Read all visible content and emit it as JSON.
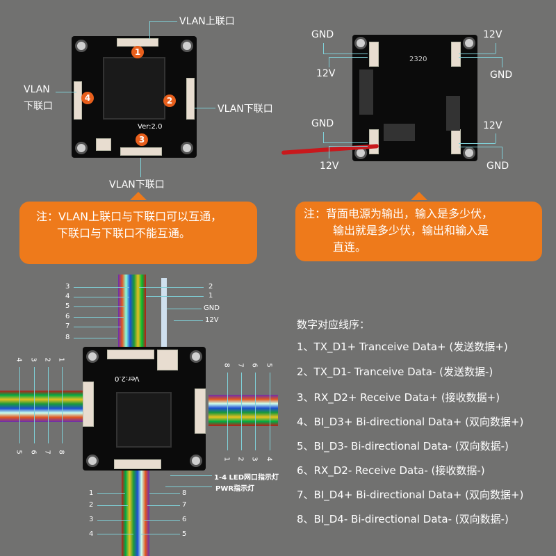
{
  "top_left": {
    "label_up": "VLAN上联口",
    "label_left_1": "VLAN",
    "label_left_2": "下联口",
    "label_right": "VLAN下联口",
    "label_bottom": "VLAN下联口",
    "version": "Ver:2.0",
    "badges": [
      "1",
      "2",
      "3",
      "4"
    ]
  },
  "top_right": {
    "board_code": "2320",
    "labels": {
      "tl_gnd": "GND",
      "tl_12v": "12V",
      "tr_12v": "12V",
      "tr_gnd": "GND",
      "bl_gnd": "GND",
      "bl_12v": "12V",
      "br_12v": "12V",
      "br_gnd": "GND"
    }
  },
  "note_left": {
    "line1": "注：VLAN上联口与下联口可以互通，",
    "line2": "下联口与下联口不能互通。"
  },
  "note_right": {
    "line1": "注：背面电源为输出，输入是多少伏，",
    "line2": "输出就是多少伏，输出和输入是",
    "line3": "直连。"
  },
  "wiring": {
    "top_left_nums": [
      "3",
      "4",
      "5",
      "6",
      "7",
      "8"
    ],
    "top_right_nums": [
      "2",
      "1"
    ],
    "power": [
      "GND",
      "12V"
    ],
    "left_top": [
      "4",
      "3",
      "2",
      "1"
    ],
    "left_bottom": [
      "5",
      "6",
      "7",
      "8"
    ],
    "right_top": [
      "8",
      "7",
      "6",
      "5"
    ],
    "right_bottom": [
      "1",
      "2",
      "3",
      "4"
    ],
    "bottom_left": [
      "1",
      "2",
      "3",
      "4"
    ],
    "bottom_right": [
      "8",
      "7",
      "6",
      "5"
    ],
    "version": "Ver:2.0",
    "led_label": "1-4 LED网口指示灯",
    "pwr_label": "PWR指示灯"
  },
  "legend": {
    "title": "数字对应线序：",
    "items": [
      "1、TX_D1+ Tranceive Data+ (发送数据+)",
      "2、TX_D1- Tranceive Data- (发送数据-)",
      "3、RX_D2+ Receive Data+ (接收数据+)",
      "4、BI_D3+ Bi-directional Data+ (双向数据+)",
      "5、BI_D3- Bi-directional Data- (双向数据-)",
      "6、RX_D2- Receive Data- (接收数据-)",
      "7、BI_D4+ Bi-directional Data+ (双向数据+)",
      "8、BI_D4- Bi-directional Data- (双向数据-)"
    ]
  }
}
